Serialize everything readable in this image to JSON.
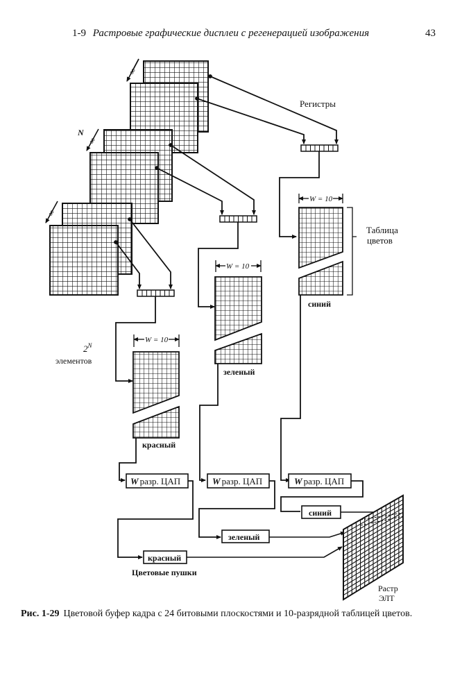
{
  "page": {
    "section": "1-9",
    "running_title": "Растровые графические дисплеи с регенерацией изображения",
    "page_number": "43"
  },
  "figure": {
    "labels": {
      "registers": "Регистры",
      "n": "N",
      "two_n": "2",
      "two_n_sup": "N",
      "elements": "элементов",
      "color_table_line1": "Таблица",
      "color_table_line2": "цветов",
      "width_label": "W = 10",
      "red": "красный",
      "green": "зеленый",
      "blue": "синий",
      "dac_w": "W",
      "dac_rest": "разр. ЦАП",
      "color_guns": "Цветовые пушки",
      "raster_line1": "Растр",
      "raster_line2": "ЭЛТ"
    },
    "bit_planes_count": 24,
    "lut_width_bits": 10,
    "channels": [
      "красный",
      "зеленый",
      "синий"
    ]
  },
  "caption": {
    "label": "Рис. 1-29",
    "text": "Цветовой буфер кадра с 24 битовыми плоскостями и 10-разрядной таблицей цветов."
  }
}
